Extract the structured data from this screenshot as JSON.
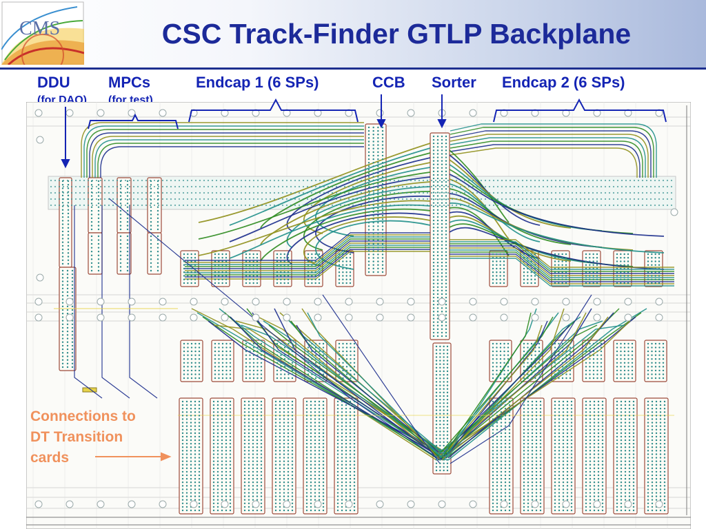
{
  "slide": {
    "title": "CSC Track-Finder GTLP Backplane",
    "logo_text": "CMS"
  },
  "labels": {
    "ddu": {
      "main": "DDU",
      "sub": "(for DAQ)"
    },
    "mpcs": {
      "main": "MPCs",
      "sub": "(for test)"
    },
    "endcap1": "Endcap 1 (6 SPs)",
    "ccb": "CCB",
    "sorter": "Sorter",
    "endcap2": "Endcap 2 (6 SPs)"
  },
  "annotation": {
    "lines": [
      "Connections to",
      "DT Transition",
      "cards"
    ]
  },
  "colors": {
    "title": "#1c2a99",
    "labels": "#1424b4",
    "annotation": "#f0915c",
    "trace_green": "#2e8b1f",
    "trace_teal": "#1f8f8a",
    "trace_olive": "#8f8f1a",
    "trace_navy": "#1b2c8c",
    "connector": "#9c4a3a",
    "pin": "#2b8a8a"
  }
}
